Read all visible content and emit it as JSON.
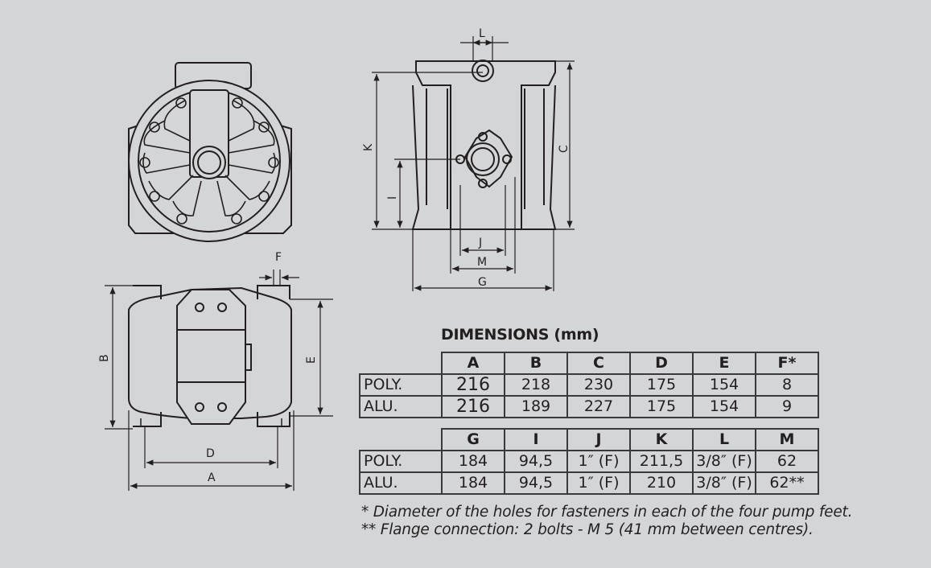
{
  "drawing_labels": {
    "L": "L",
    "K": "K",
    "C": "C",
    "I": "I",
    "J": "J",
    "M": "M",
    "G": "G",
    "F": "F",
    "B": "B",
    "E": "E",
    "D": "D",
    "A": "A"
  },
  "dimensions": {
    "title": "DIMENSIONS (mm)",
    "table1": {
      "headers": [
        "A",
        "B",
        "C",
        "D",
        "E",
        "F*"
      ],
      "rows": [
        {
          "label": "POLY.",
          "values": [
            "216",
            "218",
            "230",
            "175",
            "154",
            "8"
          ]
        },
        {
          "label": "ALU.",
          "values": [
            "216",
            "189",
            "227",
            "175",
            "154",
            "9"
          ]
        }
      ]
    },
    "table2": {
      "headers": [
        "G",
        "I",
        "J",
        "K",
        "L",
        "M"
      ],
      "rows": [
        {
          "label": "POLY.",
          "values": [
            "184",
            "94,5",
            "1″ (F)",
            "211,5",
            "3/8″ (F)",
            "62"
          ]
        },
        {
          "label": "ALU.",
          "values": [
            "184",
            "94,5",
            "1″ (F)",
            "210",
            "3/8″ (F)",
            "62**"
          ]
        }
      ]
    },
    "notes": [
      "* Diameter of the holes for fasteners in each of the four pump feet.",
      "** Flange connection: 2 bolts - M 5 (41 mm between centres)."
    ]
  }
}
